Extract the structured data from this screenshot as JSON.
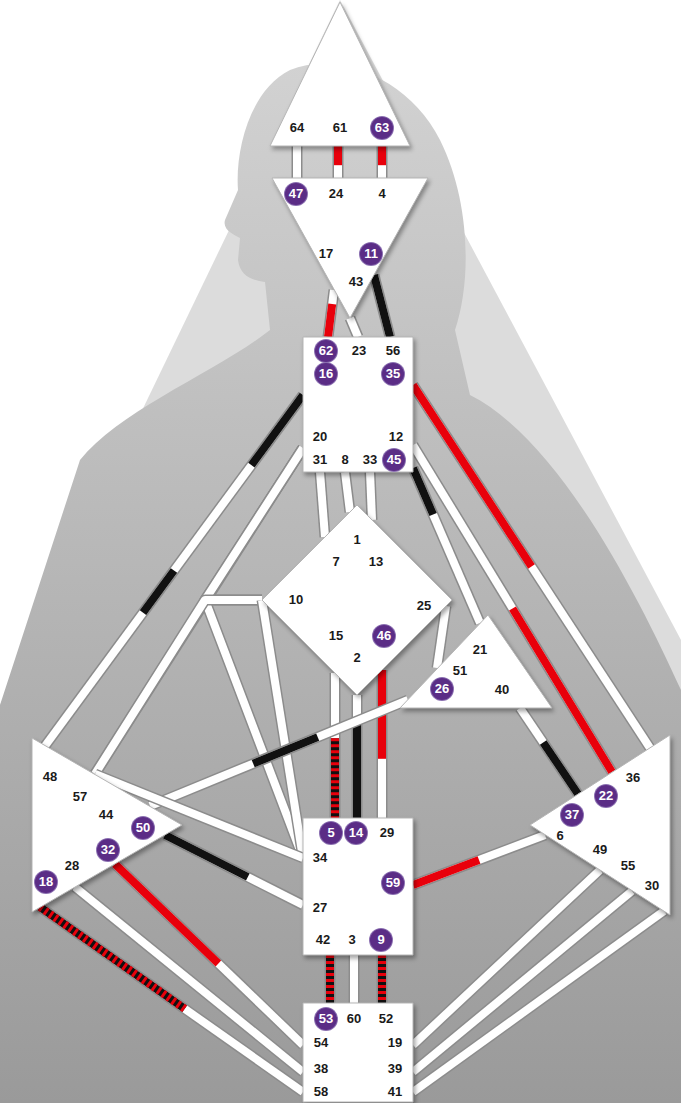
{
  "diagram": {
    "nodes": [
      {
        "text": [
          "64",
          "61",
          "63"
        ]
      },
      {
        "text": [
          "47",
          "24",
          "4",
          "17",
          "11",
          "43"
        ]
      },
      {
        "text": [
          "62",
          "23",
          "56",
          "16",
          "35",
          "20",
          "12",
          "31",
          "8",
          "33",
          "45"
        ]
      },
      {
        "text": [
          "1",
          "7",
          "13",
          "10",
          "25",
          "15",
          "46",
          "2"
        ]
      },
      {
        "text": [
          "21",
          "51",
          "26",
          "40"
        ]
      },
      {
        "text": [
          "48",
          "57",
          "44",
          "50",
          "32",
          "28",
          "18"
        ]
      },
      {
        "text": [
          "36",
          "22",
          "37",
          "6",
          "49",
          "55",
          "30"
        ]
      },
      {
        "text": [
          "5",
          "14",
          "29",
          "34",
          "27",
          "59",
          "42",
          "3",
          "9"
        ]
      },
      {
        "text": [
          "53",
          "60",
          "52",
          "54",
          "19",
          "38",
          "39",
          "58",
          "41"
        ]
      }
    ],
    "edges": [
      {
        "from": 0,
        "to": 1,
        "arrow": "none"
      },
      {
        "from": 0,
        "to": 1,
        "arrow": "none"
      },
      {
        "from": 0,
        "to": 1,
        "arrow": "none"
      },
      {
        "from": 1,
        "to": 2,
        "arrow": "none"
      },
      {
        "from": 1,
        "to": 2,
        "arrow": "none"
      },
      {
        "from": 1,
        "to": 2,
        "arrow": "none"
      },
      {
        "from": 2,
        "to": 5,
        "arrow": "none"
      },
      {
        "from": 2,
        "to": 5,
        "arrow": "none"
      },
      {
        "from": 2,
        "to": 3,
        "arrow": "none"
      },
      {
        "from": 2,
        "to": 7,
        "arrow": "none"
      },
      {
        "from": 2,
        "to": 3,
        "arrow": "none"
      },
      {
        "from": 2,
        "to": 3,
        "arrow": "none"
      },
      {
        "from": 2,
        "to": 3,
        "arrow": "none"
      },
      {
        "from": 2,
        "to": 4,
        "arrow": "none"
      },
      {
        "from": 2,
        "to": 6,
        "arrow": "none"
      },
      {
        "from": 2,
        "to": 6,
        "arrow": "none"
      },
      {
        "from": 3,
        "to": 5,
        "arrow": "none"
      },
      {
        "from": 3,
        "to": 7,
        "arrow": "none"
      },
      {
        "from": 3,
        "to": 7,
        "arrow": "none"
      },
      {
        "from": 3,
        "to": 7,
        "arrow": "none"
      },
      {
        "from": 3,
        "to": 7,
        "arrow": "none"
      },
      {
        "from": 3,
        "to": 4,
        "arrow": "none"
      },
      {
        "from": 4,
        "to": 5,
        "arrow": "none"
      },
      {
        "from": 4,
        "to": 6,
        "arrow": "none"
      },
      {
        "from": 5,
        "to": 7,
        "arrow": "none"
      },
      {
        "from": 5,
        "to": 7,
        "arrow": "none"
      },
      {
        "from": 5,
        "to": 8,
        "arrow": "none"
      },
      {
        "from": 5,
        "to": 8,
        "arrow": "none"
      },
      {
        "from": 5,
        "to": 8,
        "arrow": "none"
      },
      {
        "from": 6,
        "to": 7,
        "arrow": "none"
      },
      {
        "from": 8,
        "to": 6,
        "arrow": "none"
      },
      {
        "from": 8,
        "to": 6,
        "arrow": "none"
      },
      {
        "from": 8,
        "to": 6,
        "arrow": "none"
      },
      {
        "from": 7,
        "to": 8,
        "arrow": "none"
      },
      {
        "from": 7,
        "to": 8,
        "arrow": "none"
      },
      {
        "from": 7,
        "to": 8,
        "arrow": "none"
      }
    ]
  }
}
